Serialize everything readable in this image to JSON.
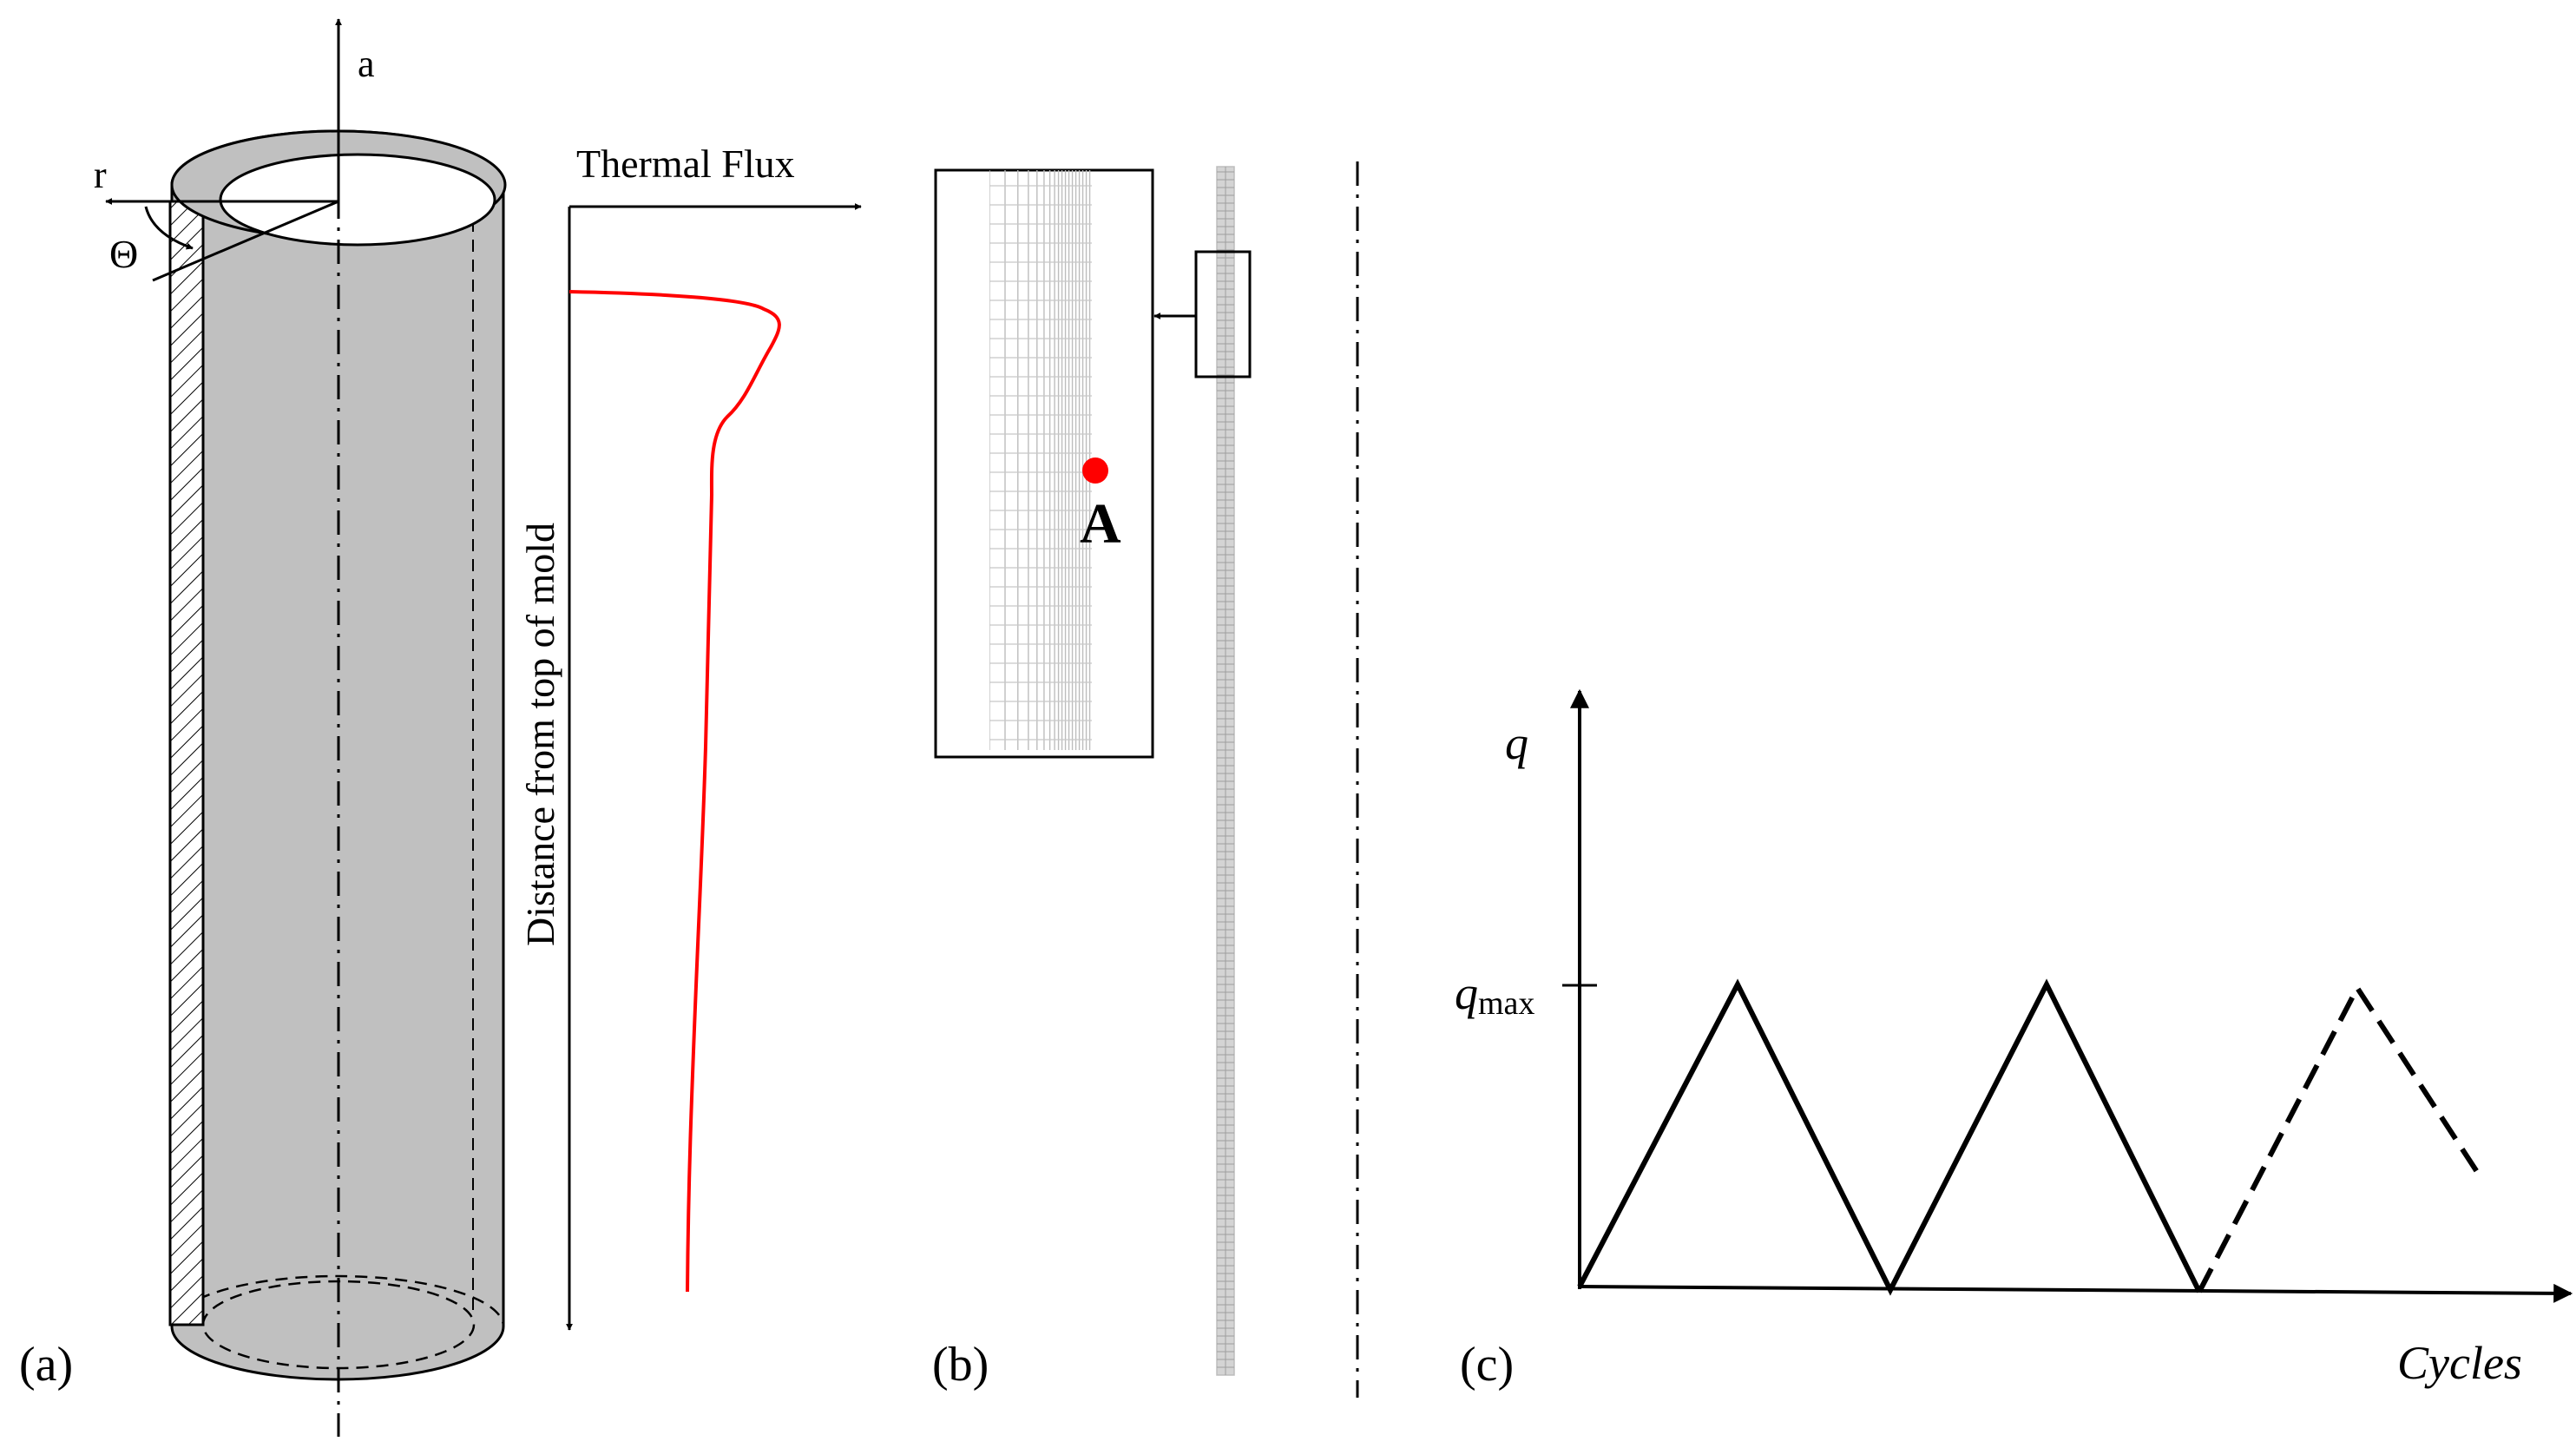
{
  "panel_a": {
    "label": "(a)",
    "axis_a": "a",
    "axis_r": "r",
    "axis_theta": "Θ",
    "flux_label": "Thermal Flux",
    "distance_label": "Distance from top of mold"
  },
  "panel_b": {
    "label": "(b)",
    "point_label": "A"
  },
  "panel_c": {
    "label": "(c)",
    "y_label": "q",
    "qmax_main": "q",
    "qmax_sub": "max",
    "x_label": "Cycles"
  },
  "colors": {
    "tube_fill": "#c0c0c0",
    "flux_curve": "#ff0000",
    "point_a": "#ff0000",
    "line": "#000000"
  }
}
